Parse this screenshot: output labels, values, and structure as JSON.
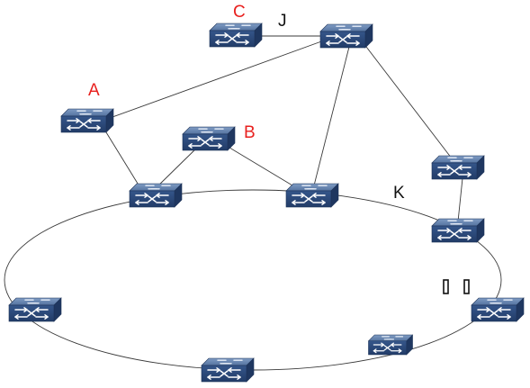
{
  "diagram": {
    "labels": {
      "a": "A",
      "b": "B",
      "c": "C",
      "j": "J",
      "k": "K"
    },
    "colors": {
      "label_red": "#e8201e",
      "label_black": "#111111",
      "link": "#3a3a3a",
      "switch_top": "#5b7aa6",
      "switch_front": "#2c4a78",
      "switch_side": "#1f3760"
    },
    "icon": "network-switch-icon"
  }
}
